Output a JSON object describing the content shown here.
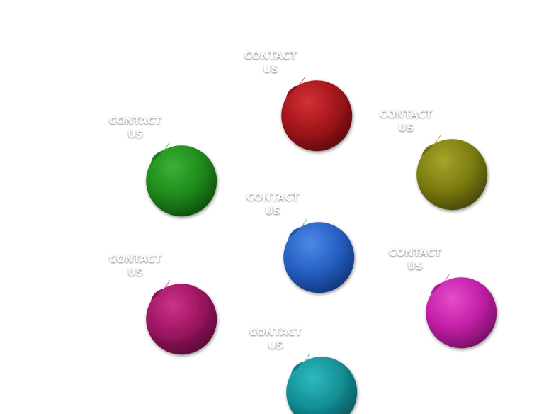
{
  "stickers": [
    {
      "id": "red",
      "line1": "CONTACT",
      "line2": "US",
      "color": "#a3161b",
      "dark": "#5e0a0c",
      "light": "#d43036"
    },
    {
      "id": "olive",
      "line1": "CONTACT",
      "line2": "US",
      "color": "#7c7d10",
      "dark": "#464607",
      "light": "#a4a52a"
    },
    {
      "id": "green",
      "line1": "CONTACT",
      "line2": "US",
      "color": "#1f8a1c",
      "dark": "#0d4e0b",
      "light": "#3ab334"
    },
    {
      "id": "blue",
      "line1": "CONTACT",
      "line2": "US",
      "color": "#2660c2",
      "dark": "#0f357a",
      "light": "#4d87e6"
    },
    {
      "id": "purple",
      "line1": "CONTACT",
      "line2": "US",
      "color": "#9c1561",
      "dark": "#580837",
      "light": "#cc3387"
    },
    {
      "id": "magenta",
      "line1": "CONTACT",
      "line2": "US",
      "color": "#c21fa6",
      "dark": "#760e63",
      "light": "#e54cca"
    },
    {
      "id": "teal",
      "line1": "CONTACT",
      "line2": "US",
      "color": "#138f95",
      "dark": "#07545a",
      "light": "#2ebac0"
    }
  ]
}
